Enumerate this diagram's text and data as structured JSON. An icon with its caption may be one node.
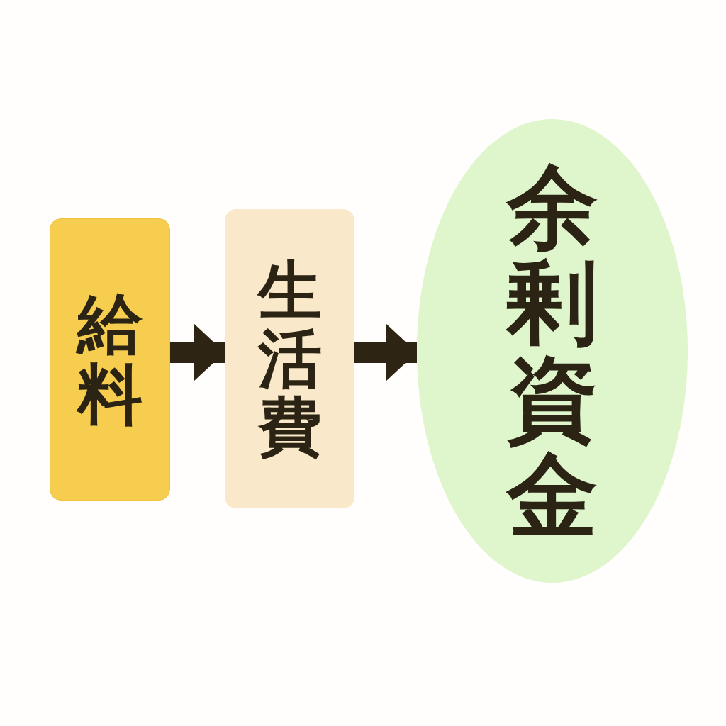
{
  "diagram": {
    "nodes": [
      {
        "text": [
          "給料"
        ]
      },
      {
        "text": [
          "生活費"
        ]
      },
      {
        "text": [
          "余剰資金"
        ]
      }
    ],
    "edges": [
      {
        "from": 0,
        "to": 1,
        "arrow": "to"
      },
      {
        "from": 1,
        "to": 2,
        "arrow": "to"
      }
    ]
  }
}
